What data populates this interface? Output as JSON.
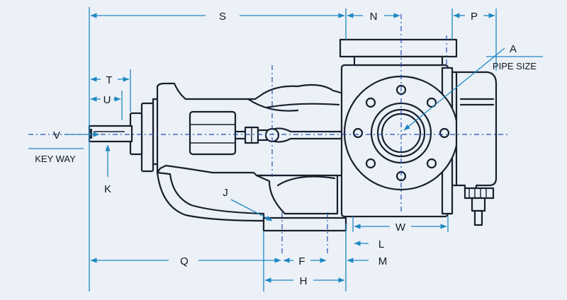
{
  "diagram": {
    "labels": {
      "S": "S",
      "N": "N",
      "P": "P",
      "A": "A",
      "pipe_size": "PIPE SIZE",
      "T": "T",
      "U": "U",
      "V": "V",
      "key_way": "KEY WAY",
      "K": "K",
      "J": "J",
      "W": "W",
      "L": "L",
      "M": "M",
      "Q": "Q",
      "F": "F",
      "H": "H"
    },
    "colors": {
      "background": "#ecf1f7",
      "outline": "#18202e",
      "dimension_line": "#1f88c2",
      "center_line": "#1e4fb0"
    }
  }
}
